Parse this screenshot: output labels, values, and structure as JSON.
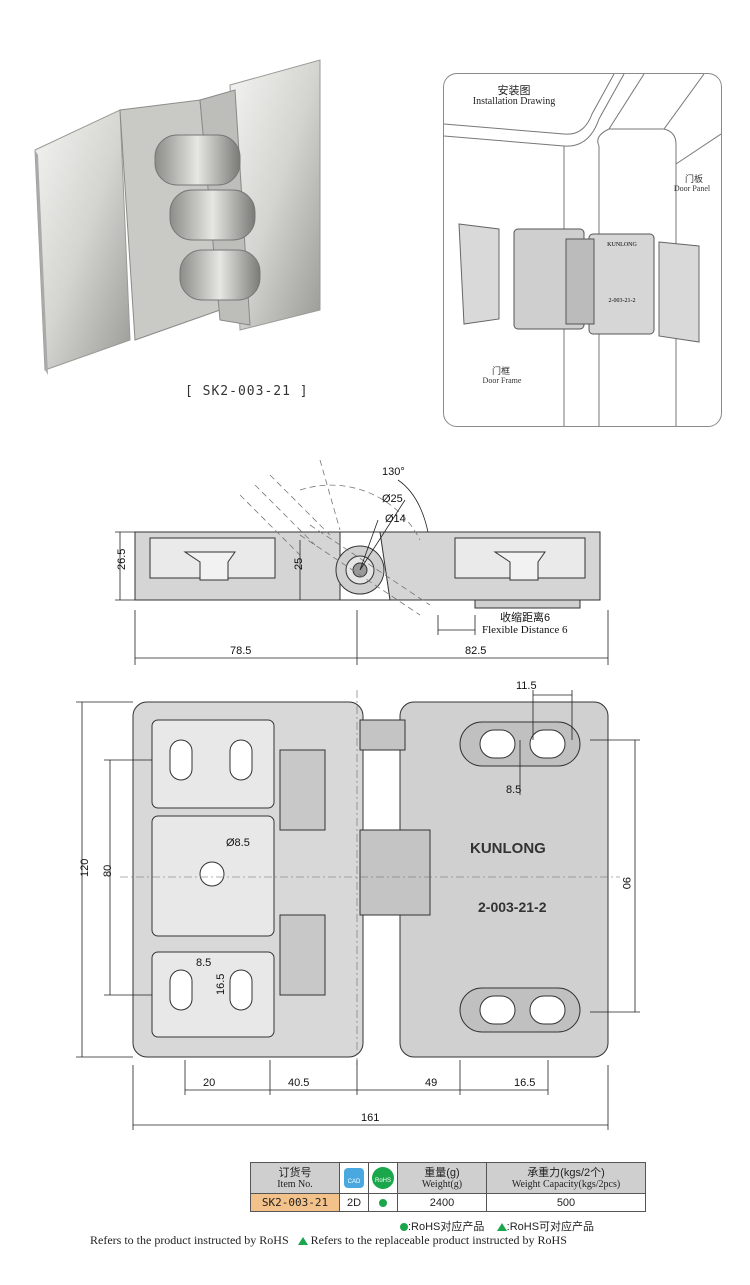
{
  "product_photo": {
    "caption": "[ SK2-003-21 ]"
  },
  "installation": {
    "title_cn": "安装图",
    "title_en": "Installation Drawing",
    "door_panel_cn": "门板",
    "door_panel_en": "Door Panel",
    "door_frame_cn": "门框",
    "door_frame_en": "Door Frame",
    "part_marking": "KUNLONG",
    "part_code": "2-003-21-2"
  },
  "drawing": {
    "angle": "130°",
    "dia_outer": "Ø25",
    "dia_inner": "Ø14",
    "height_side": "26.5",
    "height_inner": "25",
    "width_left": "78.5",
    "width_right": "82.5",
    "flex_cn": "收缩距离6",
    "flex_en": "Flexible Distance 6",
    "top_slot": "11.5",
    "slot_gap": "8.5",
    "center_hole": "Ø8.5",
    "height_total": "120",
    "height_mid": "80",
    "height_right": "90",
    "brand": "KUNLONG",
    "code": "2-003-21-2",
    "slot_w": "8.5",
    "slot_h": "16.5",
    "bottom_dims": [
      "20",
      "40.5",
      "49",
      "16.5"
    ],
    "width_total": "161"
  },
  "table": {
    "h_item_cn": "订货号",
    "h_item_en": "Item No.",
    "h_cad": "CAD",
    "h_rohs": "RoHS",
    "h_weight_cn": "重量(g)",
    "h_weight_en": "Weight(g)",
    "h_cap_cn": "承重力(kgs/2个)",
    "h_cap_en": "Weight Capacity(kgs/2pcs)",
    "item": "SK2-003-21",
    "cad": "2D",
    "weight": "2400",
    "capacity": "500"
  },
  "legend": {
    "rohs_cn": ":RoHS对应产品",
    "replace_cn": ":RoHS可对应产品"
  },
  "notes": {
    "rohs_en": "Refers to the product instructed by RoHS",
    "replace_en": "Refers to the replaceable product instructed by RoHS"
  },
  "colors": {
    "rohs_green": "#1aa64b",
    "item_highlight": "#f3c28a",
    "header_gray": "#cfcfcf"
  }
}
